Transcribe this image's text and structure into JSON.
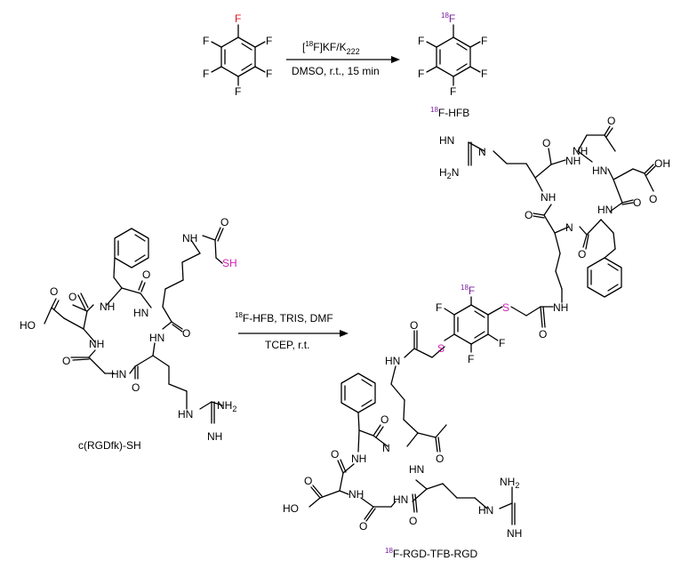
{
  "colors": {
    "fluorine_label": "#e0141e",
    "isotope_label": "#7a1fa0",
    "sulfur_label": "#d21fb4",
    "ink": "#000000"
  },
  "reaction_1": {
    "reagent_isotope": "18",
    "reagent_text": "F]KF/K",
    "reagent_subscript": "222",
    "conditions": "DMSO, r.t., 15 min",
    "product_isotope": "18",
    "product_name": "F-HFB",
    "ring_atoms": "F"
  },
  "reaction_2": {
    "reagent_isotope": "18",
    "reagents": "F-HFB, TRIS, DMF",
    "conditions": "TCEP, r.t.",
    "starting_material": "c(RGDfk)-SH",
    "product_isotope": "18",
    "product_name": "F-RGD-TFB-RGD"
  },
  "atoms": {
    "NH": "NH",
    "HN": "HN",
    "O": "O",
    "N": "N",
    "NH2": "NH2",
    "H2N": "H2N",
    "HO": "HO",
    "OH": "OH",
    "SH": "SH",
    "S": "S",
    "F": "F"
  }
}
